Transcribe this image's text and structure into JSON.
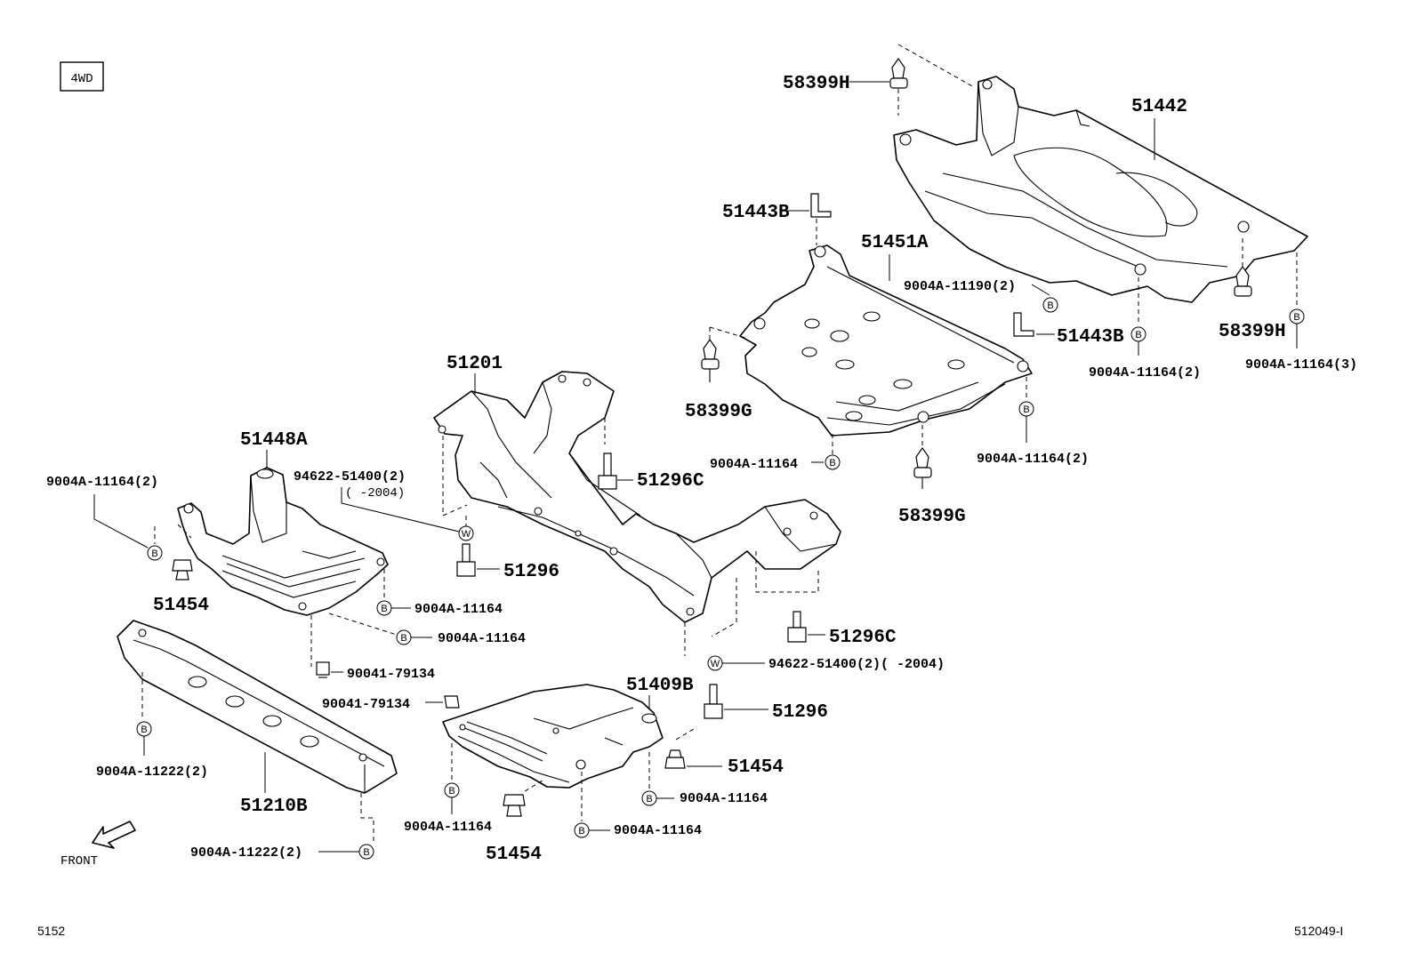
{
  "header": {
    "variant_badge": "4WD"
  },
  "footer": {
    "page_code": "5152",
    "figure_code": "512049-I",
    "front_label": "FRONT"
  },
  "callout_symbols": {
    "bolt_b": "B",
    "washer_w": "W"
  },
  "parts": {
    "p51442": "51442",
    "p58399H_top": "58399H",
    "p58399H_right": "58399H",
    "p51443B_top": "51443B",
    "p51443B_right": "51443B",
    "p51451A": "51451A",
    "p9004A_11190": "9004A-11190(2)",
    "p9004A_11164_2_right": "9004A-11164(2)",
    "p9004A_11164_3": "9004A-11164(3)",
    "p58399G_left": "58399G",
    "p58399G_bottom": "58399G",
    "p9004A_11164_mid": "9004A-11164",
    "p9004A_11164_2_mid": "9004A-11164(2)",
    "p51201": "51201",
    "p51296C_top": "51296C",
    "p94622_top": "94622-51400(2)",
    "p94622_top_range": "(      -2004)",
    "p51296_top": "51296",
    "p51448A": "51448A",
    "p9004A_11164_2_left": "9004A-11164(2)",
    "p51454_left": "51454",
    "p9004A_11164_a": "9004A-11164",
    "p9004A_11164_b": "9004A-11164",
    "p90041_79134_a": "90041-79134",
    "p90041_79134_b": "90041-79134",
    "p51296C_bottom": "51296C",
    "p94622_bottom": "94622-51400(2)(      -2004)",
    "p51409B": "51409B",
    "p51296_bottom": "51296",
    "p51454_right": "51454",
    "p9004A_11164_c": "9004A-11164",
    "p9004A_11164_d": "9004A-11164",
    "p9004A_11164_e": "9004A-11164",
    "p51454_bottom": "51454",
    "p9004A_11222_top": "9004A-11222(2)",
    "p9004A_11222_bottom": "9004A-11222(2)",
    "p51210B": "51210B"
  }
}
